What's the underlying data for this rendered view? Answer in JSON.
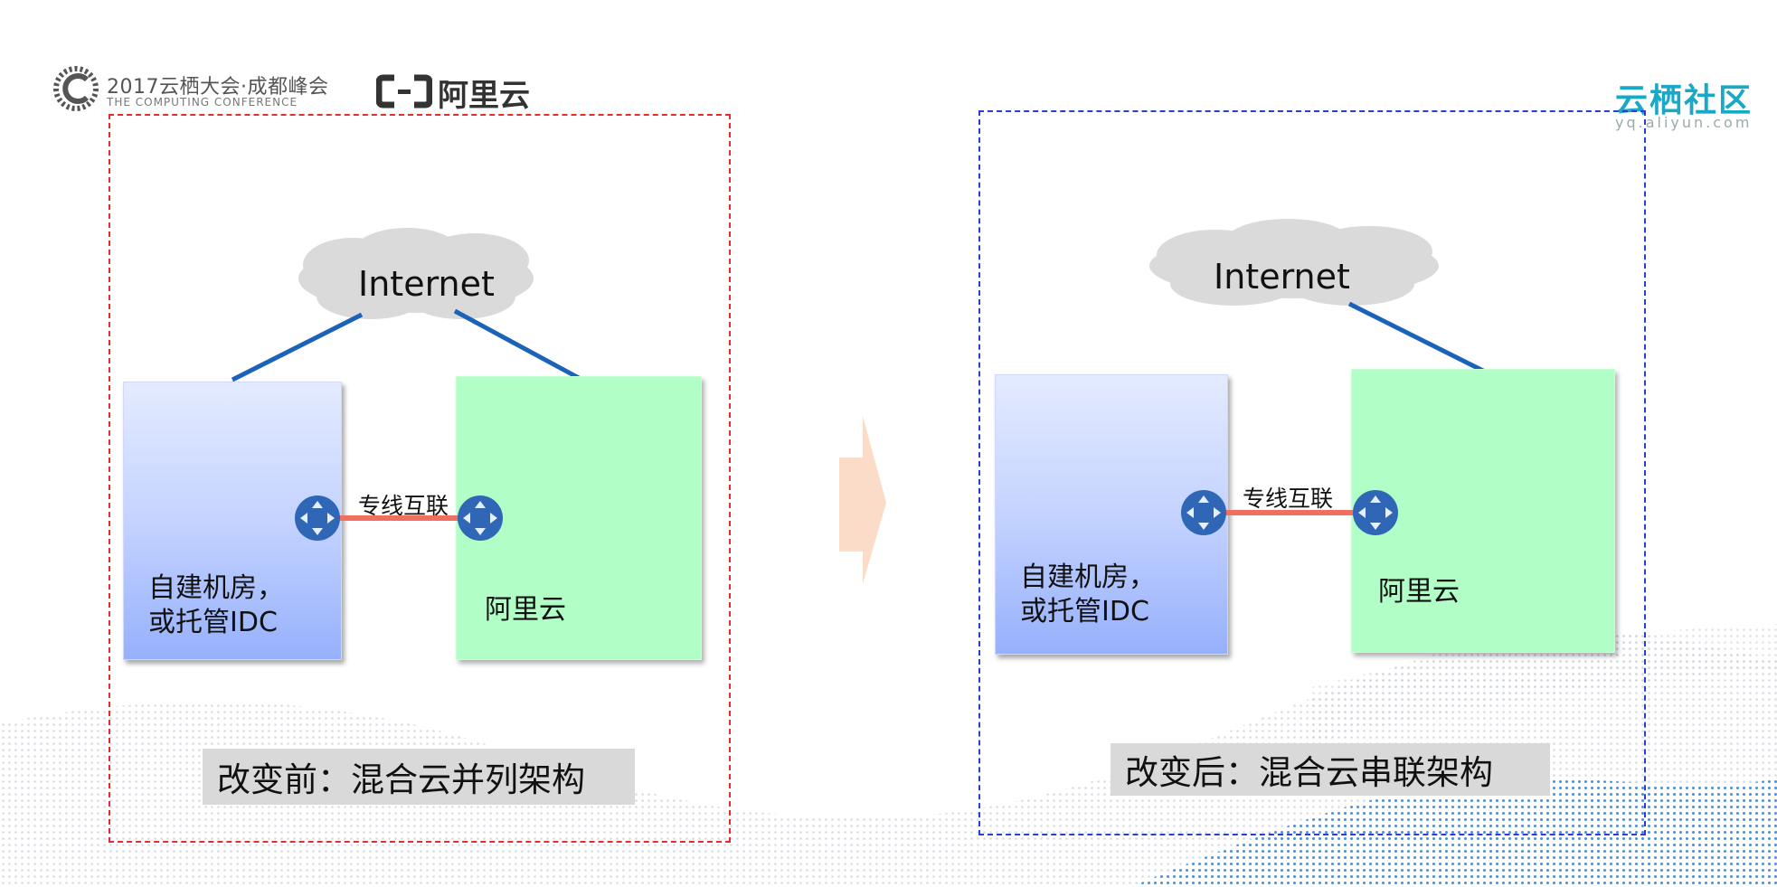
{
  "header": {
    "conference_title": "2017云栖大会·成都峰会",
    "conference_subtitle": "THE COMPUTING CONFERENCE",
    "aliyun_brand": "阿里云",
    "yunqi_title": "云栖社区",
    "yunqi_url": "yq.aliyun.com"
  },
  "before": {
    "internet": "Internet",
    "idc_label_line1": "自建机房，",
    "idc_label_line2": "或托管IDC",
    "cloud_label": "阿里云",
    "link_label": "专线互联",
    "caption": "改变前：混合云并列架构"
  },
  "after": {
    "internet": "Internet",
    "idc_label_line1": "自建机房，",
    "idc_label_line2": "或托管IDC",
    "cloud_label": "阿里云",
    "link_label": "专线互联",
    "caption": "改变后：混合云串联架构"
  },
  "colors": {
    "before_frame": "#e32c2c",
    "after_frame": "#2b3dd8",
    "internet_link": "#1b63b8",
    "dedicated_line": "#f07060",
    "router": "#2f66b5",
    "cloud_box": "#b1fec7",
    "arrow": "#fbdcc8",
    "brand": "#19a8c6"
  }
}
